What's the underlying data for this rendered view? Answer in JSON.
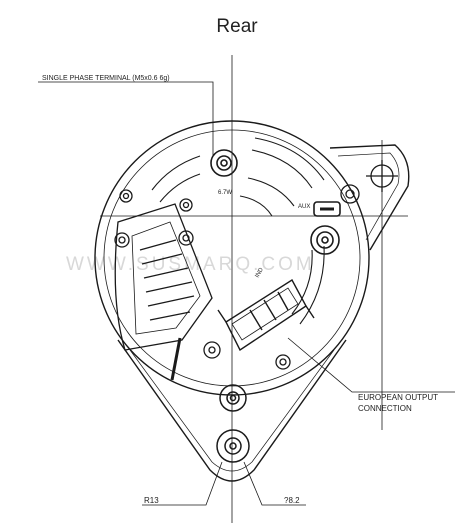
{
  "title": "Rear",
  "labels": {
    "terminal": "SINGLE PHASE TERMINAL (M5x0.6 6g)",
    "european_line1": "EUROPEAN OUTPUT",
    "european_line2": "CONNECTION",
    "r13": "R13",
    "r82": "?8.2",
    "aux": "AUX",
    "ind": "IND",
    "small_pin": "6.7W"
  },
  "watermark": "WWW.SUSMARQ.COM",
  "colors": {
    "line": "#1a1a1a",
    "background": "#ffffff",
    "watermark": "#d8d8d8"
  }
}
